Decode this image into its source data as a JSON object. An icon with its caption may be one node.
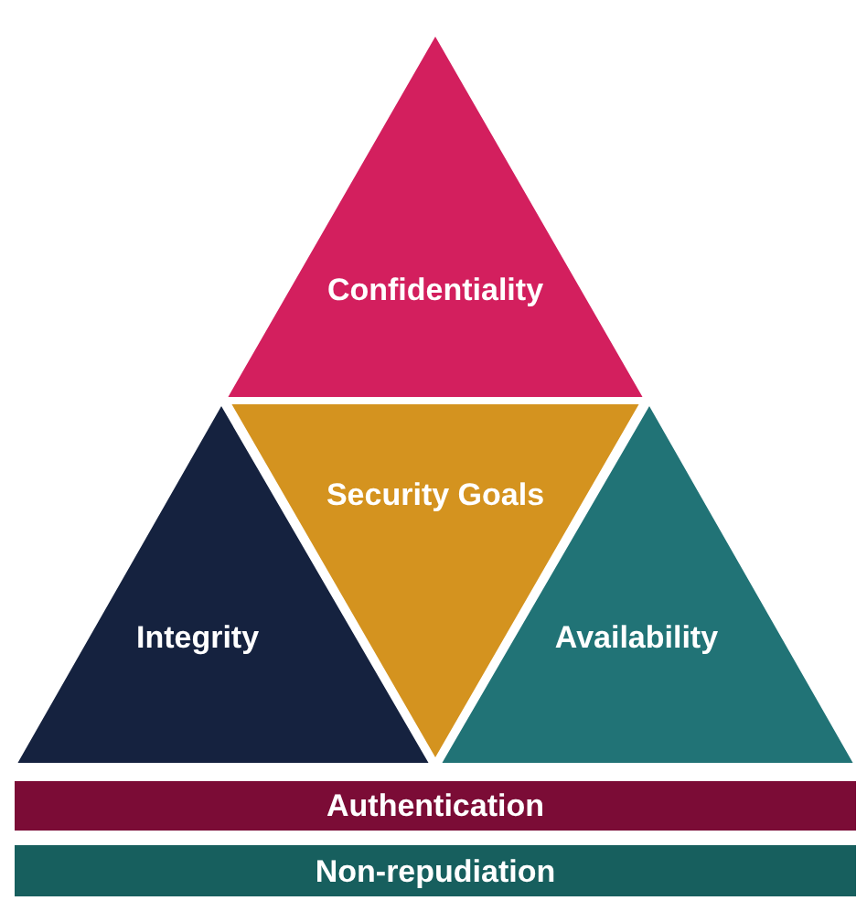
{
  "diagram": {
    "nodes": [
      {
        "text": [
          "Confidentiality"
        ]
      },
      {
        "text": [
          "Security Goals"
        ]
      },
      {
        "text": [
          "Integrity"
        ]
      },
      {
        "text": [
          "Availability"
        ]
      },
      {
        "text": [
          "Authentication"
        ]
      },
      {
        "text": [
          "Non-repudiation"
        ]
      }
    ]
  }
}
